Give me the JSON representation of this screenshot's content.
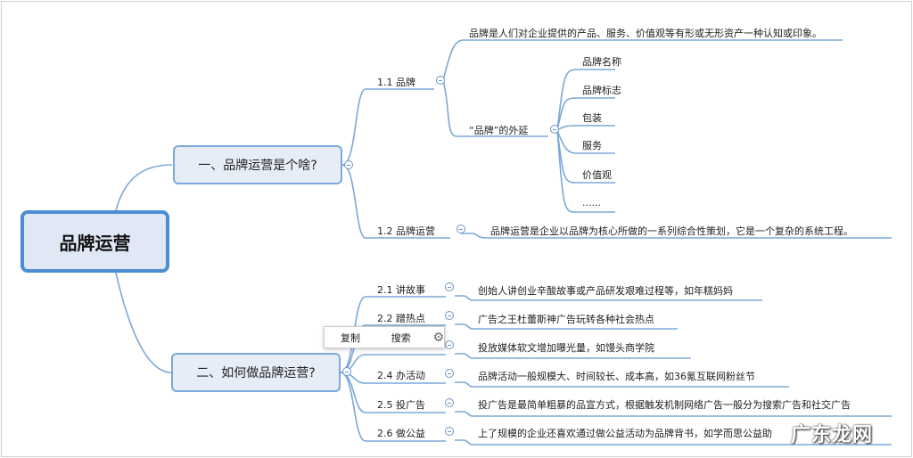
{
  "root": {
    "label": "品牌运营"
  },
  "branch1": {
    "label": "一、品牌运营是个啥?",
    "sub1": {
      "label": "1.1 品牌",
      "definition": "品牌是人们对企业提供的产品、服务、价值观等有形或无形资产一种认知或印象。",
      "extension": {
        "label": "“品牌”的外延",
        "items": [
          "品牌名称",
          "品牌标志",
          "包装",
          "服务",
          "价值观",
          "......"
        ]
      }
    },
    "sub2": {
      "label": "1.2 品牌运营",
      "definition": "品牌运营是企业以品牌为核心所做的一系列综合性策划，它是一个复杂的系统工程。"
    }
  },
  "branch2": {
    "label": "二、如何做品牌运营?",
    "items": [
      {
        "label": "2.1 讲故事",
        "text": "创始人讲创业辛酸故事或产品研发艰难过程等，如年糕妈妈"
      },
      {
        "label": "2.2 蹭热点",
        "text": "广告之王杜蕾斯神广告玩转各种社会热点"
      },
      {
        "label": "",
        "text": "投放媒体软文增加曝光量，如馒头商学院"
      },
      {
        "label": "2.4 办活动",
        "text": "品牌活动一般规模大、时间较长、成本高，如36氪互联网粉丝节"
      },
      {
        "label": "2.5 投广告",
        "text": "投广告是最简单粗暴的品宣方式，根据触发机制网络广告一般分为搜索广告和社交广告"
      },
      {
        "label": "2.6 做公益",
        "text": "上了规模的企业还喜欢通过做公益活动为品牌背书，如学而思公益助"
      }
    ]
  },
  "popup": {
    "copy": "复制",
    "search": "搜索",
    "settings_icon": "gear-icon"
  },
  "watermark": "广东龙网",
  "colors": {
    "line": "#7aa8d8",
    "root_border": "#4b8ed1",
    "node_fill": "#e6edf7"
  }
}
